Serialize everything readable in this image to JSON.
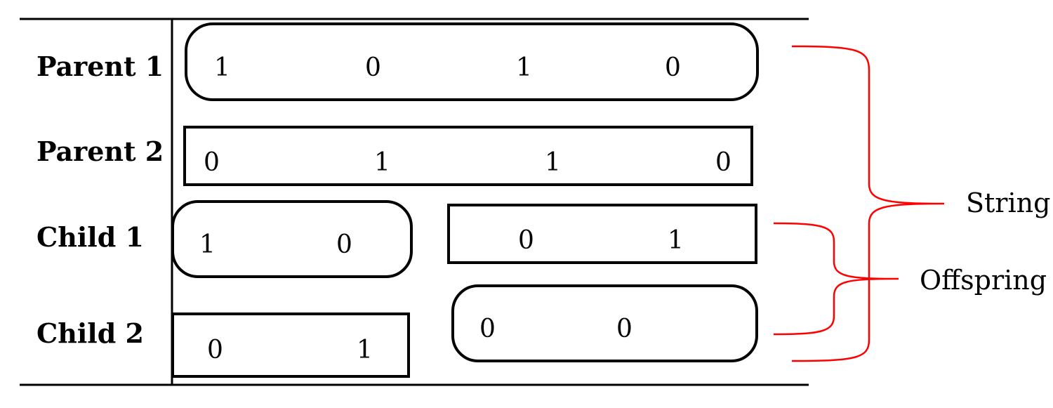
{
  "rows": [
    {
      "label": "Parent 1",
      "segments": [
        {
          "bits": [
            "1",
            "0",
            "1",
            "0"
          ]
        }
      ]
    },
    {
      "label": "Parent 2",
      "segments": [
        {
          "bits": [
            "0",
            "1",
            "1",
            "0"
          ]
        }
      ]
    },
    {
      "label": "Child 1",
      "segments": [
        {
          "bits": [
            "1",
            "0"
          ]
        },
        {
          "bits": [
            "0",
            "1"
          ]
        }
      ]
    },
    {
      "label": "Child 2",
      "segments": [
        {
          "bits": [
            "0",
            "1"
          ]
        },
        {
          "bits": [
            "0",
            "0"
          ]
        }
      ]
    }
  ],
  "braces": {
    "string": {
      "label": "String"
    },
    "offspring": {
      "label": "Offspring"
    }
  },
  "colors": {
    "brace": "#ff0000",
    "lines": "#000000"
  }
}
